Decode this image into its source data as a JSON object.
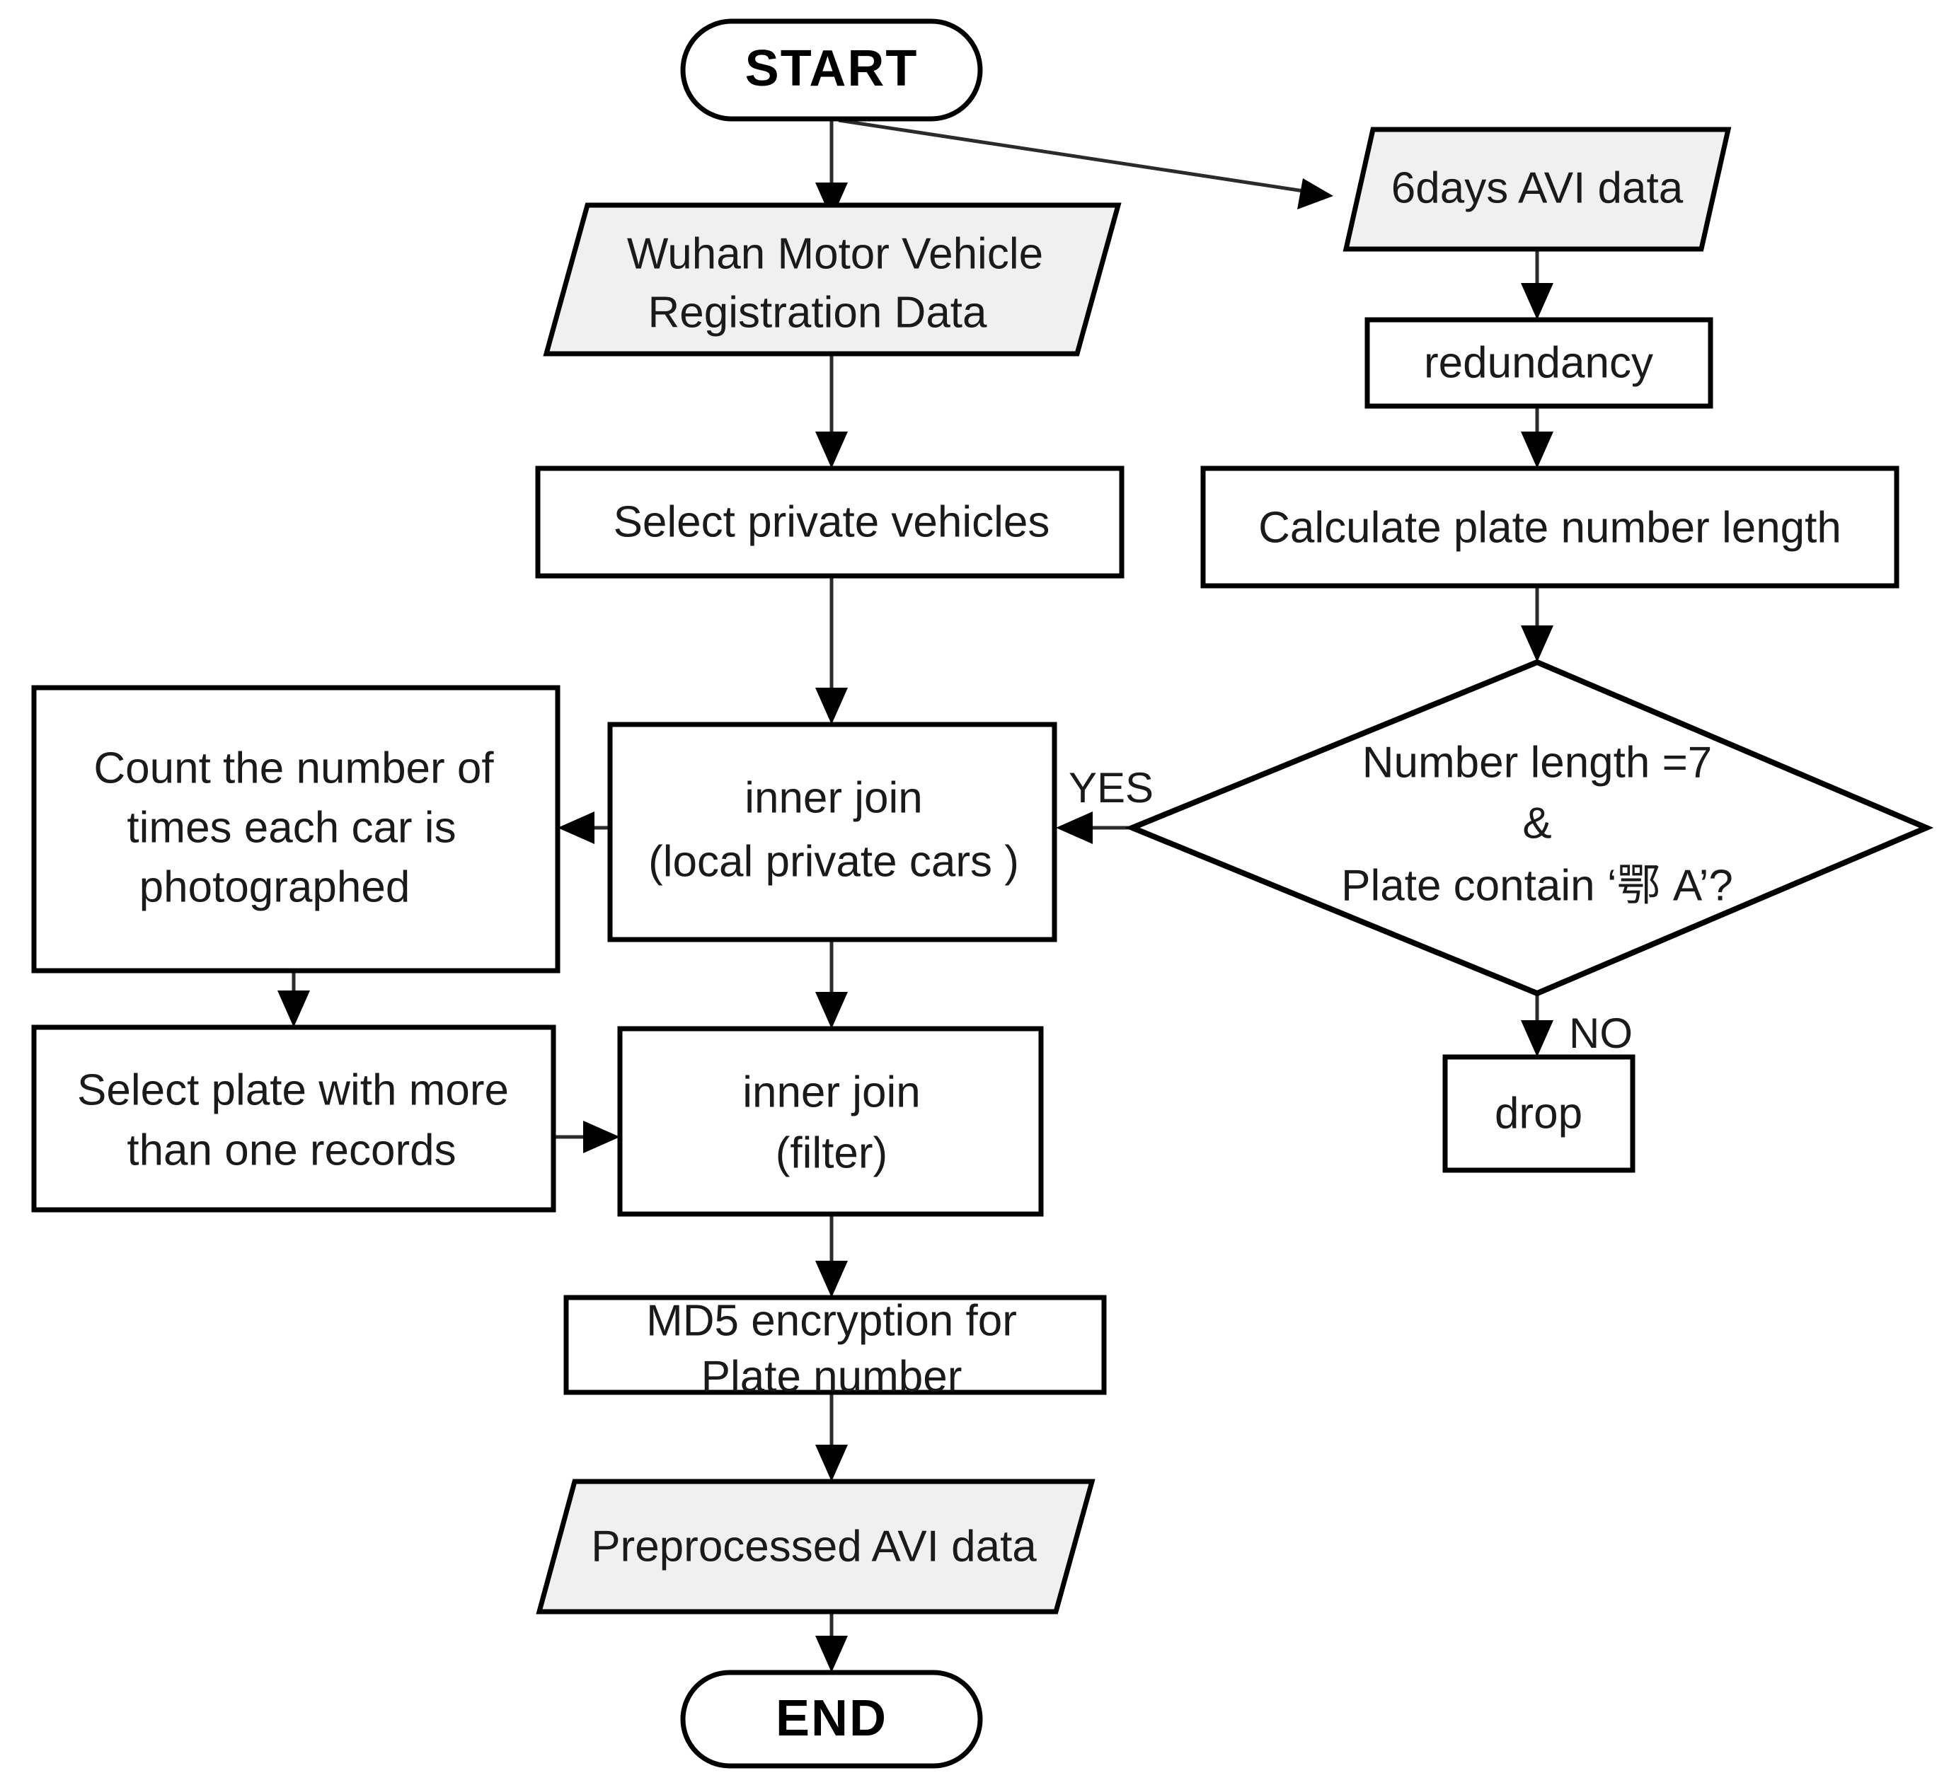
{
  "diagram": {
    "title": "AVI data preprocessing flowchart",
    "background_color": "#ffffff",
    "shape_fill_plain": "#ffffff",
    "shape_fill_data": "#f0f0f0",
    "stroke_color": "#000000",
    "edge_color": "#2b2b2b"
  },
  "nodes": {
    "start": {
      "label": "START",
      "shape": "terminator"
    },
    "avi_source": {
      "label": "6days AVI data",
      "shape": "parallelogram"
    },
    "wuhan_reg": {
      "line1": "Wuhan Motor Vehicle",
      "line2": "Registration Data",
      "shape": "parallelogram"
    },
    "redundancy": {
      "label": "redundancy",
      "shape": "process"
    },
    "select_private": {
      "label": "Select private vehicles",
      "shape": "process"
    },
    "calc_length": {
      "label": "Calculate plate number length",
      "shape": "process"
    },
    "decision": {
      "line1": "Number length =7",
      "line2": "&",
      "line3": "Plate contain ‘鄂 A’?",
      "shape": "decision"
    },
    "drop": {
      "label": "drop",
      "shape": "process"
    },
    "inner_join_cars": {
      "line1": "inner join",
      "line2": "(local private cars )",
      "shape": "process"
    },
    "count_times": {
      "line1": "Count the number of",
      "line2": "times each car is",
      "line3": "photographed",
      "shape": "process"
    },
    "select_plate": {
      "line1": "Select plate with more",
      "line2": "than one records",
      "shape": "process"
    },
    "inner_join_filter": {
      "line1": "inner join",
      "line2": "(filter)",
      "shape": "process"
    },
    "md5": {
      "line1": "MD5 encryption for",
      "line2": "Plate number",
      "shape": "process"
    },
    "preprocessed": {
      "label": "Preprocessed AVI data",
      "shape": "parallelogram"
    },
    "end": {
      "label": "END",
      "shape": "terminator"
    }
  },
  "edge_labels": {
    "yes": "YES",
    "no": "NO"
  },
  "edges": [
    {
      "from": "start",
      "to": "wuhan_reg",
      "label": ""
    },
    {
      "from": "start",
      "to": "avi_source",
      "label": ""
    },
    {
      "from": "avi_source",
      "to": "redundancy",
      "label": ""
    },
    {
      "from": "wuhan_reg",
      "to": "select_private",
      "label": ""
    },
    {
      "from": "redundancy",
      "to": "calc_length",
      "label": ""
    },
    {
      "from": "select_private",
      "to": "inner_join_cars",
      "label": ""
    },
    {
      "from": "calc_length",
      "to": "decision",
      "label": ""
    },
    {
      "from": "decision",
      "to": "inner_join_cars",
      "label": "YES"
    },
    {
      "from": "decision",
      "to": "drop",
      "label": "NO"
    },
    {
      "from": "inner_join_cars",
      "to": "count_times",
      "label": ""
    },
    {
      "from": "inner_join_cars",
      "to": "inner_join_filter",
      "label": ""
    },
    {
      "from": "count_times",
      "to": "select_plate",
      "label": ""
    },
    {
      "from": "select_plate",
      "to": "inner_join_filter",
      "label": ""
    },
    {
      "from": "inner_join_filter",
      "to": "md5",
      "label": ""
    },
    {
      "from": "md5",
      "to": "preprocessed",
      "label": ""
    },
    {
      "from": "preprocessed",
      "to": "end",
      "label": ""
    }
  ]
}
